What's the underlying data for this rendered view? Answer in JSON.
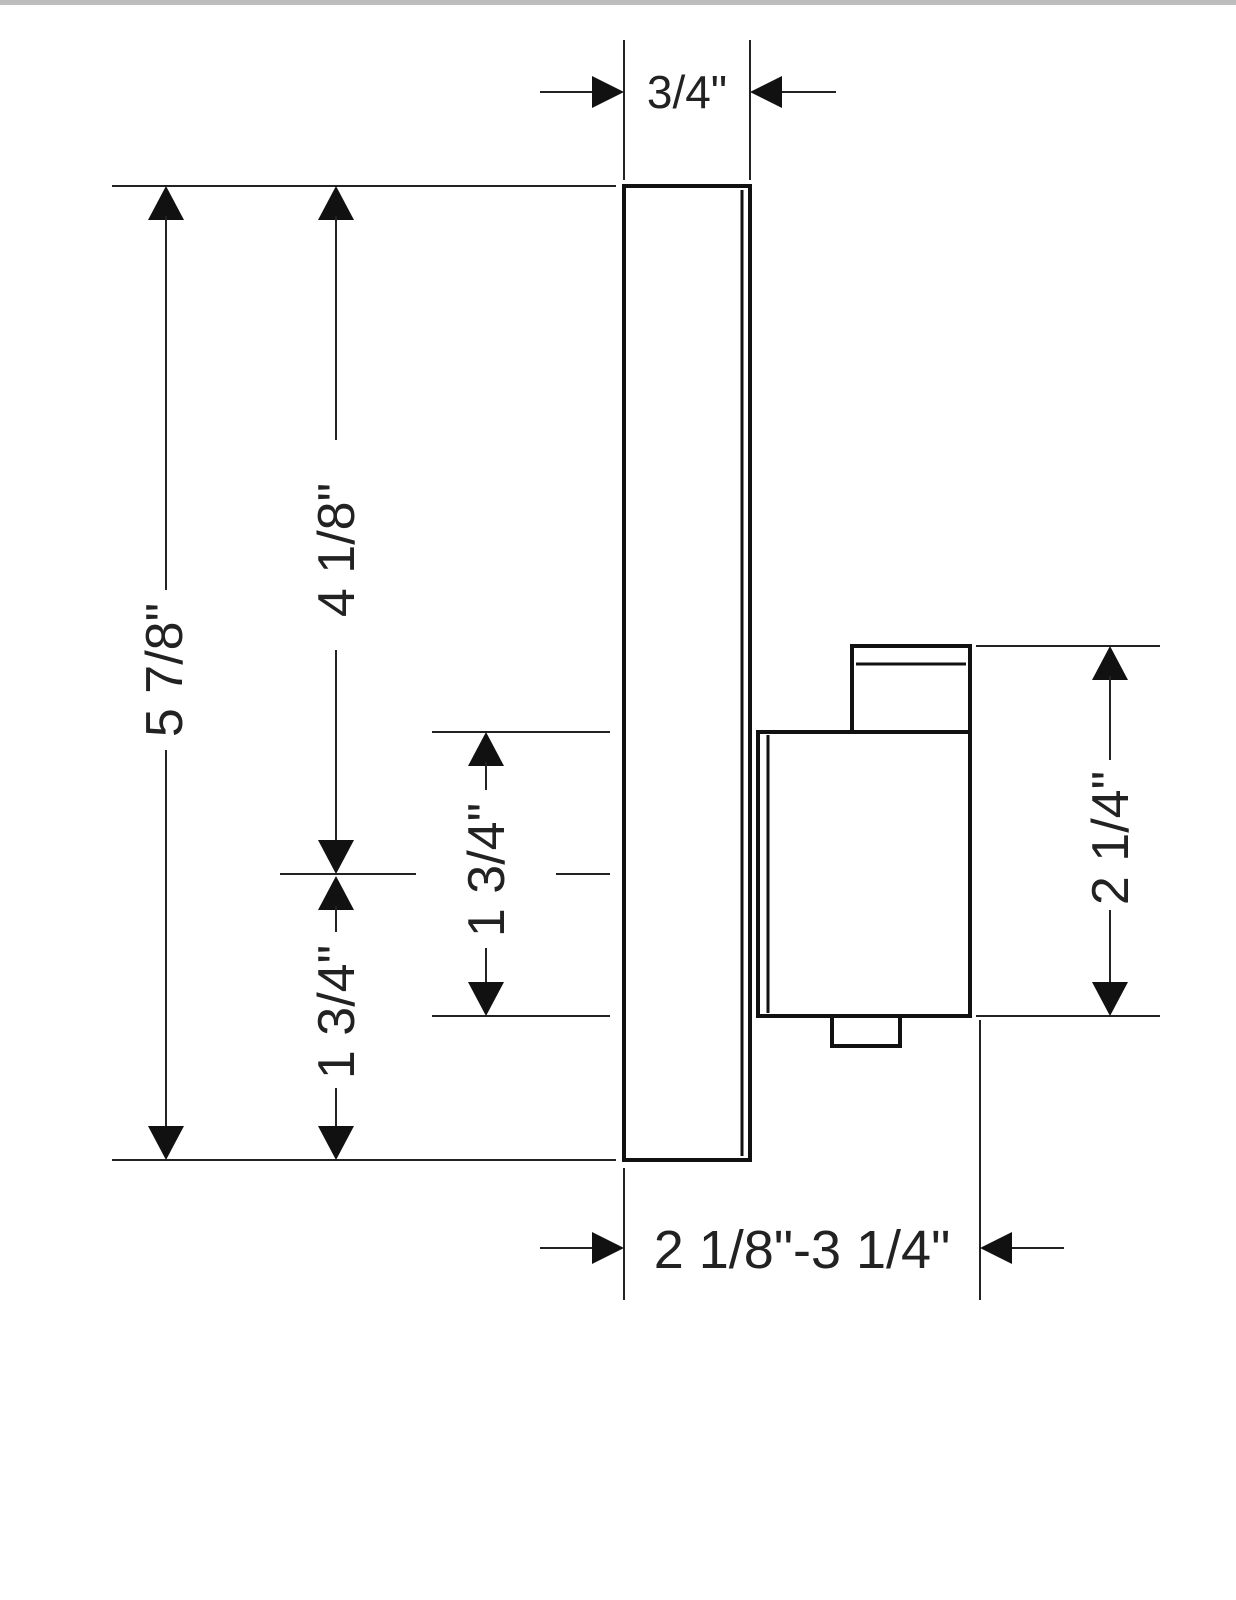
{
  "diagram": {
    "dimensions": {
      "plate_depth": "3/4\"",
      "total_height": "5 7/8\"",
      "upper_height": "4 1/8\"",
      "lower_height": "1 3/4\"",
      "body_offset": "1 3/4\"",
      "body_height": "2 1/4\"",
      "projection": "2 1/8\"-3 1/4\""
    }
  }
}
